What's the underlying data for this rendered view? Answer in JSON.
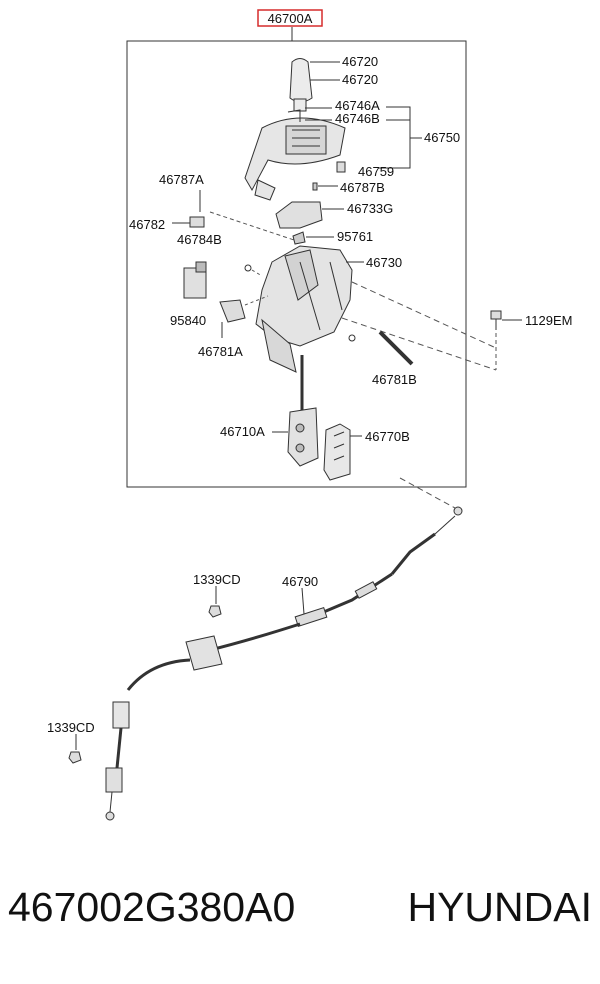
{
  "assembly_number": "46700A",
  "parts": {
    "p46720a": "46720",
    "p46720b": "46720",
    "p46746a": "46746A",
    "p46746b": "46746B",
    "p46750": "46750",
    "p46759": "46759",
    "p46787a": "46787A",
    "p46787b": "46787B",
    "p46733g": "46733G",
    "p46782": "46782",
    "p46784b": "46784B",
    "p95761": "95761",
    "p46730": "46730",
    "p1129em": "1129EM",
    "p95840": "95840",
    "p46781a": "46781A",
    "p46781b": "46781B",
    "p46710a": "46710A",
    "p46770b": "46770B",
    "p1339cd_top": "1339CD",
    "p46790": "46790",
    "p1339cd_bottom": "1339CD"
  },
  "caption": {
    "part_number": "467002G380A0",
    "brand": "HYUNDAI"
  },
  "colors": {
    "assembly_highlight": "#d62c2c",
    "line": "#222222"
  }
}
